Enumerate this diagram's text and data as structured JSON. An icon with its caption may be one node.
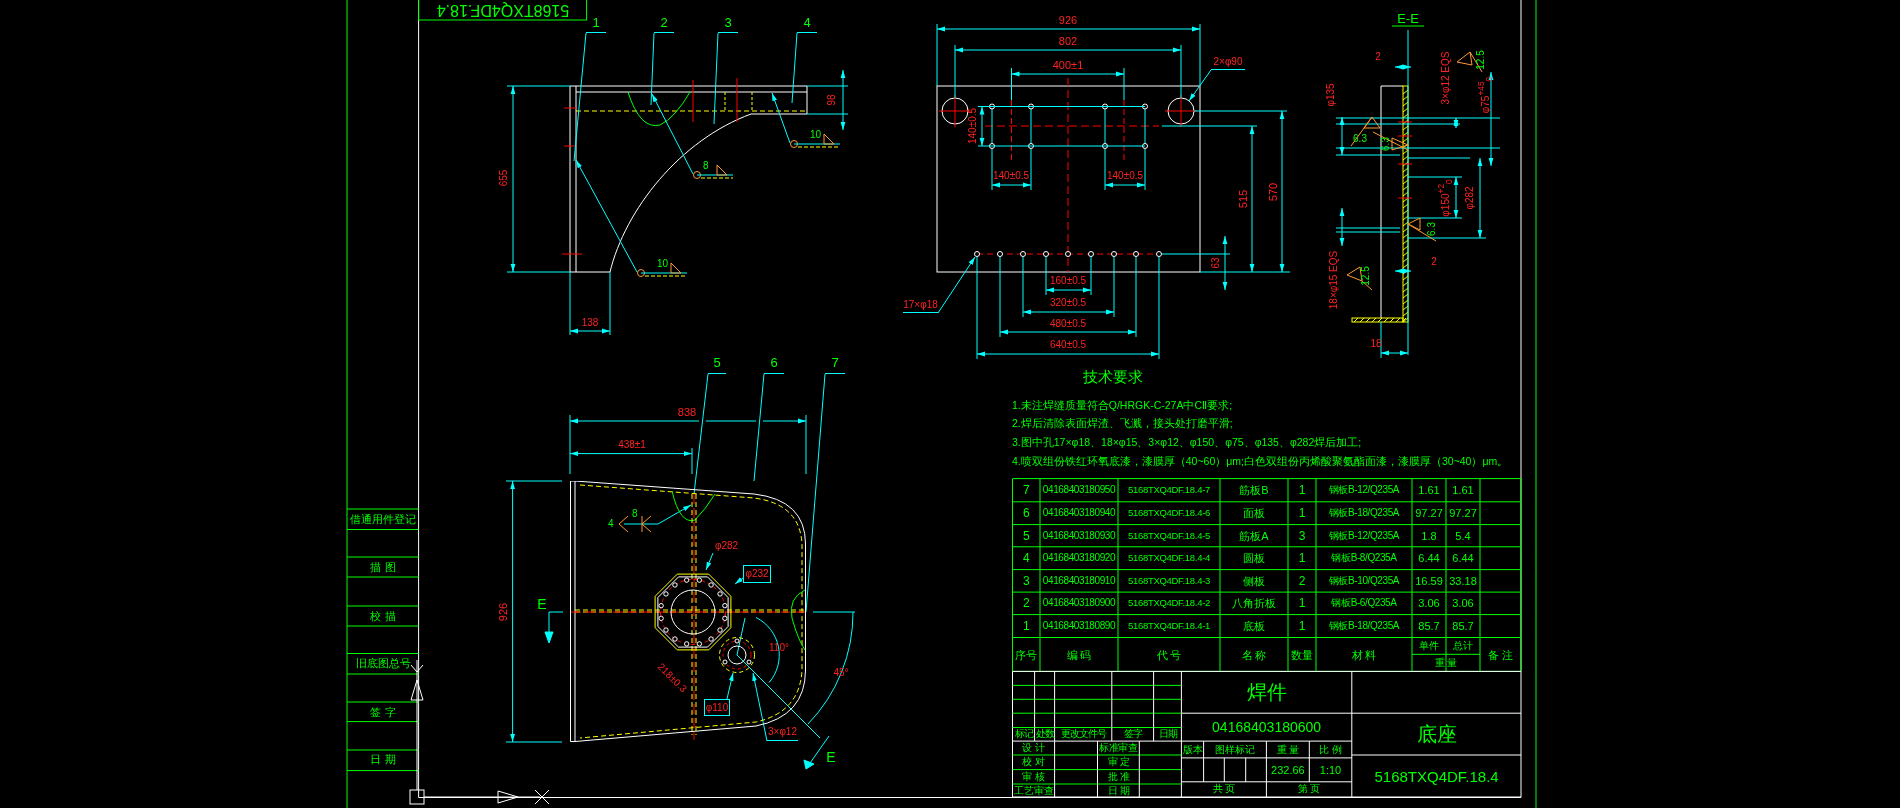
{
  "diagram": {
    "nodes": [
      {
        "text": [
          "1"
        ]
      },
      {
        "text": [
          "2"
        ]
      },
      {
        "text": [
          "3"
        ]
      },
      {
        "text": [
          "4"
        ]
      },
      {
        "text": [
          "5"
        ]
      },
      {
        "text": [
          "6"
        ]
      },
      {
        "text": [
          "7"
        ]
      },
      {
        "text": [
          "2×φ90"
        ]
      },
      {
        "text": [
          "17×φ18"
        ]
      },
      {
        "text": [
          "8"
        ]
      },
      {
        "text": [
          "10"
        ]
      },
      {
        "text": [
          "10"
        ]
      },
      {
        "text": [],
        "shape": "picture"
      },
      {
        "text": [],
        "shape": "bar",
        "in": 12
      },
      {
        "text": [],
        "shape": "octagon",
        "in": 12
      },
      {
        "text": [],
        "shape": "circle",
        "in": 12
      },
      {
        "text": [
          "4",
          "8"
        ],
        "in": 12
      },
      {
        "text": [
          "φ282"
        ],
        "in": 12
      },
      {
        "text": [
          "φ232"
        ],
        "in": 12
      },
      {
        "text": [
          "φ110"
        ],
        "in": 12
      },
      {
        "text": [
          "3×φ12"
        ],
        "in": 12
      }
    ],
    "edges": [
      {
        "from": 0,
        "to": null,
        "arrow": "none"
      },
      {
        "from": 1,
        "to": null,
        "arrow": "none"
      },
      {
        "from": 2,
        "to": null,
        "arrow": "none"
      },
      {
        "from": 3,
        "to": null,
        "arrow": "none"
      },
      {
        "from": 4,
        "to": 13,
        "arrow": "none"
      },
      {
        "from": 5,
        "to": 12,
        "arrow": "none"
      },
      {
        "from": 6,
        "to": 12,
        "arrow": "none"
      },
      {
        "from": 7,
        "to": null,
        "arrow": "to"
      },
      {
        "from": 8,
        "to": null,
        "arrow": "to"
      },
      {
        "from": 9,
        "to": null,
        "arrow": "to"
      },
      {
        "from": 10,
        "to": null,
        "arrow": "to"
      },
      {
        "from": 11,
        "to": null,
        "arrow": "to"
      },
      {
        "from": 16,
        "to": 13,
        "arrow": "to"
      },
      {
        "from": 17,
        "to": 14,
        "arrow": "to"
      },
      {
        "from": 18,
        "to": 14,
        "arrow": "to"
      },
      {
        "from": 19,
        "to": 15,
        "arrow": "to"
      },
      {
        "from": 20,
        "to": 15,
        "arrow": "to"
      }
    ],
    "labels": [
      "5168TXQ4DF.18.4",
      "655",
      "138",
      "98",
      "926",
      "802",
      "400±1",
      "140±0.5",
      "140±0.5",
      "140±0.5",
      "63",
      "515",
      "570",
      "160±0.5",
      "320±0.5",
      "480±0.5",
      "640±0.5",
      "E-E",
      "2",
      "φ135",
      "3×φ12 EQS",
      "12.5",
      "φ75$^{+45}$$_{0}$",
      "6.3",
      "6.3",
      "φ150$^{+2}$$_{0}$",
      "φ282",
      "6.3",
      "2",
      "18×φ15 EQS",
      "12.5",
      "18",
      "838",
      "438±1",
      "926",
      "E",
      "218±0.3",
      "110°",
      "45°",
      "E",
      "技术要求",
      "1.未注焊缝质量符合Q/HRGK-C-27A中CⅡ要求;",
      "2.焊后清除表面焊渣、飞溅，接头处打磨平滑;",
      "3.图中孔17×φ18、18×φ15、3×φ12、φ150、φ75、φ135、φ282焊后加工;",
      "4.喷双组份铁红环氧底漆，漆膜厚（40~60）μm;白色双组份丙烯酸聚氨酯面漆，漆膜厚（30~40）μm。",
      "7",
      "04168403180950",
      "5168TXQ4DF.18.4-7",
      "筋板B",
      "1",
      "钢板B-12/Q235A",
      "1.61",
      "1.61",
      "6",
      "04168403180940",
      "5168TXQ4DF.18.4-6",
      "面板",
      "1",
      "钢板B-18/Q235A",
      "97.27",
      "97.27",
      "5",
      "04168403180930",
      "5168TXQ4DF.18.4-5",
      "筋板A",
      "3",
      "钢板B-12/Q235A",
      "1.8",
      "5.4",
      "4",
      "04168403180920",
      "5168TXQ4DF.18.4-4",
      "圆板",
      "1",
      "钢板B-8/Q235A",
      "6.44",
      "6.44",
      "3",
      "04168403180910",
      "5168TXQ4DF.18.4-3",
      "侧板",
      "2",
      "钢板B-10/Q235A",
      "16.59",
      "33.18",
      "2",
      "04168403180900",
      "5168TXQ4DF.18.4-2",
      "八角折板",
      "1",
      "钢板B-6/Q235A",
      "3.06",
      "3.06",
      "1",
      "04168403180890",
      "5168TXQ4DF.18.4-1",
      "底板",
      "1",
      "钢板B-18/Q235A",
      "85.7",
      "85.7",
      "序号",
      "编 码",
      "代 号",
      "名 称",
      "数量",
      "材 料",
      "单件",
      "总计",
      "重 量",
      "备 注",
      "标记",
      "处数",
      "更改文件号",
      "签字",
      "日期",
      "设 计",
      "标准审查",
      "校 对",
      "审 定",
      "审 核",
      "批 准",
      "工艺审查",
      "日 期",
      "焊件",
      "04168403180600",
      "版本",
      "图样标记",
      "重 量",
      "比 例",
      "232.66",
      "1:10",
      "共 页",
      "第 页",
      "底座",
      "5168TXQ4DF.18.4",
      "借通用件登记",
      "描 图",
      "校 描",
      "旧底图总号",
      "签 字",
      "日 期"
    ]
  }
}
